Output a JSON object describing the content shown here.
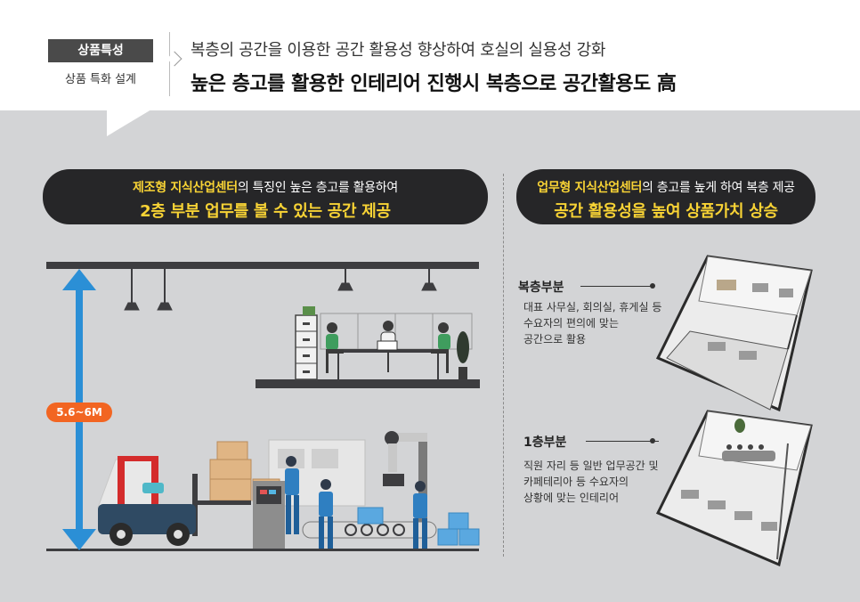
{
  "header": {
    "badge": "상품특성",
    "badge_sub": "상품 특화 설계",
    "line1": "복층의 공간을 이용한 공간 활용성 향상하여 호실의 실용성 강화",
    "line2": "높은 층고를 활용한 인테리어 진행시 복층으로 공간활용도 高"
  },
  "left_pill": {
    "highlight": "제조형 지식산업센터",
    "rest": "의 특징인 높은 층고를 활용하여",
    "line2": "2층 부분 업무를 볼 수 있는 공간 제공"
  },
  "right_pill": {
    "highlight": "업무형 지식산업센터",
    "rest": "의 층고를 높게 하여 복층 제공",
    "line2": "공간 활용성을 높여 상품가치 상승"
  },
  "height_label": "5.6~6M",
  "upper": {
    "title": "복층부분",
    "desc1": "대표 사무실, 회의실, 휴게실 등",
    "desc2": "수요자의 편의에 맞는",
    "desc3": "공간으로 활용"
  },
  "lower": {
    "title": "1층부분",
    "desc1": "직원 자리 등 일반 업무공간 및",
    "desc2": "카페테리아 등 수요자의",
    "desc3": "상황에 맞는 인테리어"
  },
  "colors": {
    "accent_yellow": "#f8d335",
    "pill_dark": "#262628",
    "arrow_blue": "#2b8fd6",
    "badge_orange": "#f26522",
    "worker_blue": "#2f7fc1"
  }
}
